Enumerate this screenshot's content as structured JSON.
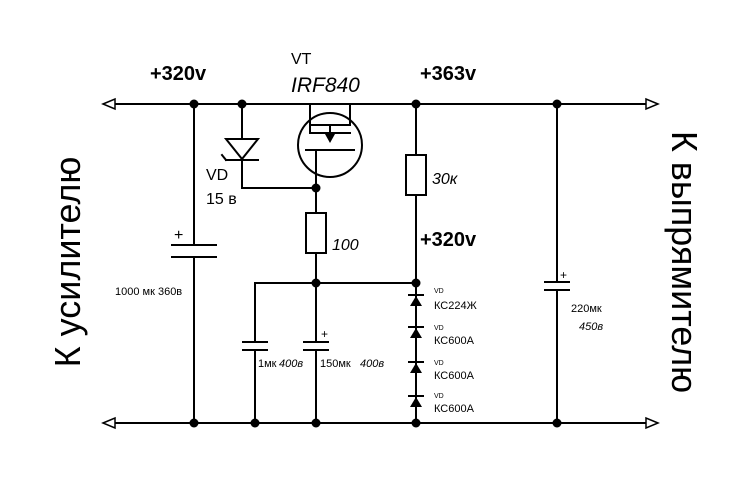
{
  "labels": {
    "v_in": "+320v",
    "vt_ref": "VT",
    "vt_part": "IRF840",
    "v_out": "+363v",
    "vd_ref": "VD",
    "vd_value": "15 в",
    "r_top": "30к",
    "r_gate": "100",
    "v_mid": "+320v",
    "c_in_value": "1000 мк 360в",
    "c_small_value": "1мк",
    "c_small_voltage": "400в",
    "c_med_value": "150мк",
    "c_med_voltage": "400в",
    "c_out_value": "220мк",
    "c_out_voltage": "450в",
    "zener_ref": "VD",
    "zener1": "КС224Ж",
    "zener2": "КС600А",
    "zener3": "КС600А",
    "zener4": "КС600А",
    "plus": "+",
    "left_side": "К усилителю",
    "right_side": "К выпрямителю"
  }
}
